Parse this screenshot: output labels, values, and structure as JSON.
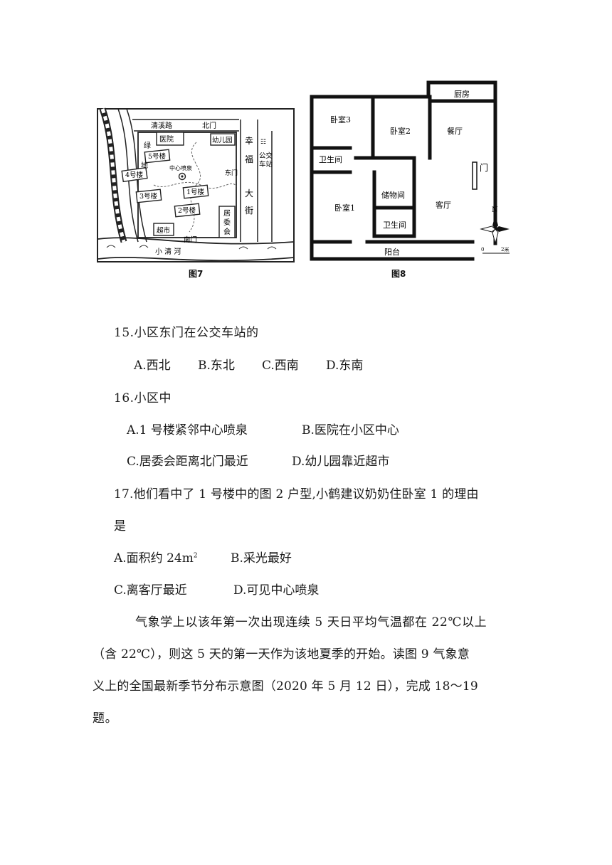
{
  "fig7": {
    "caption": "图7",
    "labels": {
      "top_road": "清溪路",
      "north_gate": "北门",
      "hospital": "医院",
      "kindergarten": "幼儿园",
      "street_1": "幸",
      "street_2": "福",
      "street_3": "大",
      "street_4": "街",
      "bus_stop_1": "公交",
      "bus_stop_2": "车站",
      "green_1": "绿",
      "green_2": "地",
      "b5": "5号楼",
      "b4": "4号楼",
      "b3": "3号楼",
      "b1": "1号楼",
      "b2": "2号楼",
      "fountain": "中心喷泉",
      "east_gate": "东门",
      "committee_1": "居",
      "committee_2": "委",
      "committee_3": "会",
      "market": "超市",
      "south_gate": "南门",
      "river": "小 清 河"
    }
  },
  "fig8": {
    "caption": "图8",
    "labels": {
      "kitchen": "厨房",
      "bed3": "卧室3",
      "bed2": "卧室2",
      "dining": "餐厅",
      "bath_top": "卫生间",
      "door": "门",
      "storage": "储物间",
      "bed1": "卧室1",
      "living": "客厅",
      "bath_bottom": "卫生间",
      "balcony": "阳台",
      "north": "N",
      "scale_0": "0",
      "scale_2": "2米"
    }
  },
  "questions": [
    {
      "stem": "15.小区东门在公交车站的",
      "options": [
        {
          "label": "A.西北"
        },
        {
          "label": "B.东北"
        },
        {
          "label": "C.西南"
        },
        {
          "label": "D.东南"
        }
      ]
    },
    {
      "stem": "16.小区中",
      "options": [
        {
          "label": "A.1 号楼紧邻中心喷泉"
        },
        {
          "label": "B.医院在小区中心"
        },
        {
          "label": "C.居委会距离北门最近"
        },
        {
          "label": "D.幼儿园靠近超市"
        }
      ]
    },
    {
      "stem_line1": "17.他们看中了 1 号楼中的图 2 户型,小鹤建议奶奶住卧室 1 的理由",
      "stem_line2": "是",
      "options": [
        {
          "label": "A.面积约 24m",
          "sup": "2"
        },
        {
          "label": "B.采光最好"
        },
        {
          "label": "C.离客厅最近"
        },
        {
          "label": "D.可见中心喷泉"
        }
      ]
    }
  ],
  "passage": {
    "line1": "气象学上以该年第一次出现连续 5 天日平均气温都在 22℃以上",
    "line2": "（含 22℃），则这 5 天的第一天作为该地夏季的开始。读图 9 气象意",
    "line3": "义上的全国最新季节分布示意图（2020 年 5 月 12 日），完成 18～19",
    "line4": "题。"
  }
}
